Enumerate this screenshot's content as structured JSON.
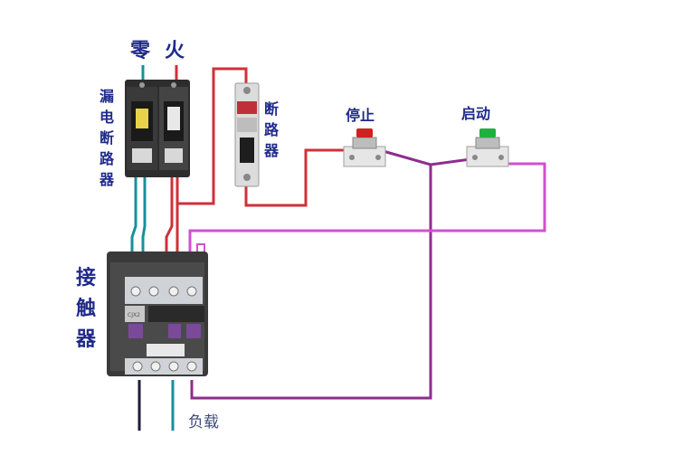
{
  "labels": {
    "neutral": "零",
    "live": "火",
    "rcd_breaker": [
      "漏",
      "电",
      "断",
      "路",
      "器"
    ],
    "breaker": [
      "断",
      "路",
      "器"
    ],
    "stop": "停止",
    "start": "启动",
    "contactor": [
      "接",
      "触",
      "器"
    ],
    "load": "负载"
  },
  "colors": {
    "neutral_wire": "#1a8f9a",
    "live_wire": "#d0303a",
    "control_wire": "#8e2d8e",
    "loop_wire": "#d24fd0",
    "ground_wire": "#1c1c3a",
    "label_blue": "#1f2a8a",
    "stop_button": "#d02020",
    "start_button": "#20b040"
  }
}
